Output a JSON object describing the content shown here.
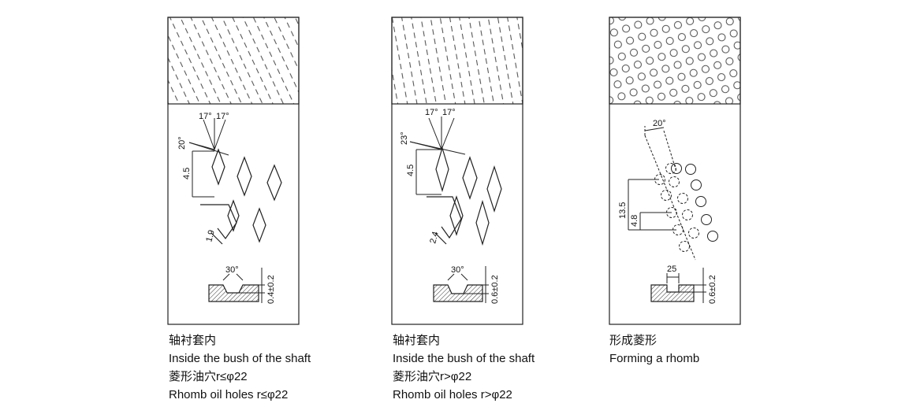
{
  "panels": [
    {
      "angle_left": "17°",
      "angle_right": "17°",
      "side_angle": "20°",
      "pitch": "4.5",
      "hole_depth": "1.9",
      "groove_angle": "30°",
      "groove_depth": "0.4±0.2",
      "caption_lines": [
        "轴衬套内",
        "Inside the bush of the shaft",
        "菱形油穴r≤φ22",
        "Rhomb oil holes r≤φ22"
      ]
    },
    {
      "angle_left": "17°",
      "angle_right": "17°",
      "side_angle": "23°",
      "pitch": "4.5",
      "hole_depth": "2.4",
      "groove_angle": "30°",
      "groove_depth": "0.6±0.2",
      "caption_lines": [
        "轴衬套内",
        "Inside the bush of the shaft",
        "菱形油穴r>φ22",
        "Rhomb oil holes r>φ22"
      ]
    },
    {
      "angle": "20°",
      "pitch_large": "13.5",
      "pitch_small": "4.8",
      "groove_width": "25",
      "groove_depth": "0.6±0.2",
      "caption_lines": [
        "形成菱形",
        "Forming a rhomb"
      ]
    }
  ]
}
